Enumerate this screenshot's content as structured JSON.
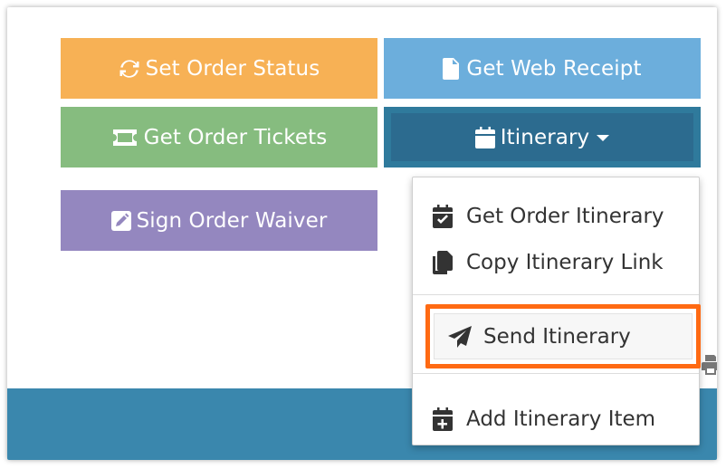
{
  "buttons": {
    "set_order_status": "Set Order Status",
    "get_web_receipt": "Get Web Receipt",
    "get_order_tickets": "Get Order Tickets",
    "itinerary": "Itinerary",
    "sign_order_waiver": "Sign Order Waiver"
  },
  "dropdown": {
    "items": [
      {
        "label": "Get Order Itinerary",
        "icon": "calendar-check-icon"
      },
      {
        "label": "Copy Itinerary Link",
        "icon": "copy-icon"
      },
      {
        "label": "Send Itinerary",
        "icon": "paper-plane-icon"
      },
      {
        "label": "Add Itinerary Item",
        "icon": "calendar-plus-icon"
      }
    ]
  },
  "colors": {
    "orange": "#f7b155",
    "light_blue": "#6caedc",
    "green": "#86bc7f",
    "dark_blue": "#2c6b8f",
    "purple": "#9487bf",
    "footer": "#3a87ad",
    "highlight": "#ff6a13"
  }
}
